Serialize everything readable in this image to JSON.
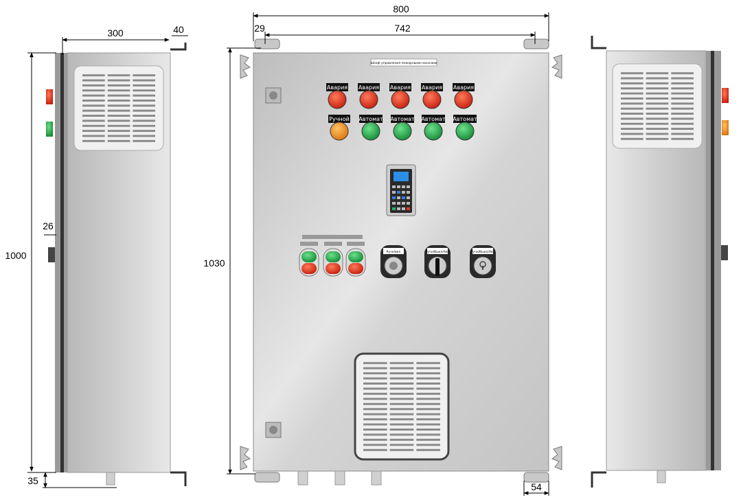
{
  "dimensions": {
    "side_depth": "300",
    "side_bracket": "40",
    "side_height": "1000",
    "side_button_offset": "26",
    "side_bottom": "35",
    "front_width": "800",
    "front_inner_width": "742",
    "front_left_offset": "29",
    "front_height": "1030",
    "front_bottom_right": "54"
  },
  "front_panel": {
    "nameplate": "Шкаф управления пожарными насосами",
    "alarm_labels": [
      "Авария",
      "Авария",
      "Авария",
      "Авария",
      "Авария"
    ],
    "mode_labels": [
      "Ручной",
      "Автомат",
      "Автомат",
      "Автомат",
      "Автомат"
    ],
    "switch_labels": [
      "Ручн/вкл",
      "Ручн/Выкл/Авт",
      "Ручн/Выкл/Авт"
    ]
  },
  "colors": {
    "cabinet": "#c9c9c9",
    "alarm_red": "#e0301e",
    "run_green": "#1fae4a",
    "manual_orange": "#f08a1c",
    "label_black": "#111111",
    "vent": "#ececec"
  }
}
